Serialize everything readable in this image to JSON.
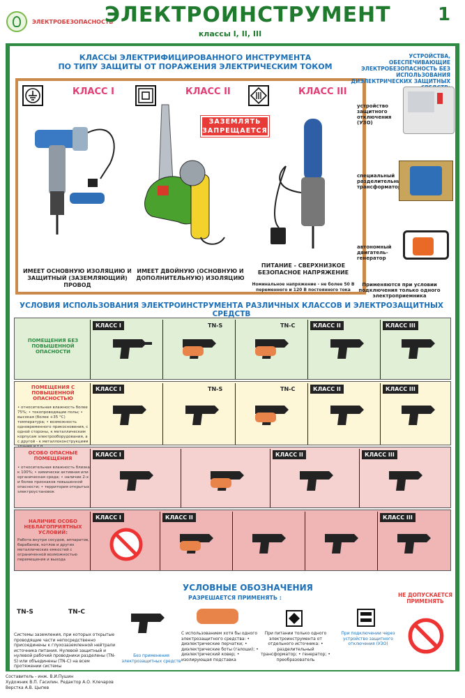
{
  "header": {
    "brand": "ЭЛЕКТРОБЕЗОПАСНОСТЬ",
    "title": "ЭЛЕКТРОИНСТРУМЕНТ",
    "subtitle": "классы I, II, III",
    "page_number": "1"
  },
  "section1": {
    "title_line1": "КЛАССЫ ЭЛЕКТРИФИЦИРОВАННОГО ИНСТРУМЕНТА",
    "title_line2": "ПО ТИПУ ЗАЩИТЫ ОТ ПОРАЖЕНИЯ ЭЛЕКТРИЧЕСКИМ ТОКОМ",
    "classes": [
      {
        "label": "КЛАСС I",
        "desc": "ИМЕЕТ ОСНОВНУЮ ИЗОЛЯЦИЮ И ЗАЩИТНЫЙ (ЗАЗЕМЛЯЮЩИЙ) ПРОВОД",
        "sub": ""
      },
      {
        "label": "КЛАСС II",
        "desc": "ИМЕЕТ ДВОЙНУЮ (ОСНОВНУЮ И ДОПОЛНИТЕЛЬНУЮ) ИЗОЛЯЦИЮ",
        "sub": ""
      },
      {
        "label": "КЛАСС III",
        "desc": "ПИТАНИЕ - СВЕРХНИЗКОЕ БЕЗОПАСНОЕ НАПРЯЖЕНИЕ",
        "sub": "Номинальное напряжение - не более 50 В переменного и 120 В постоянного тока"
      }
    ],
    "warning_line1": "ЗАЗЕМЛЯТЬ",
    "warning_line2": "ЗАПРЕЩАЕТСЯ"
  },
  "devices": {
    "title": "УСТРОЙСТВА, ОБЕСПЕЧИВАЮЩИЕ ЭЛЕКТРОБЕЗОПАСНОСТЬ БЕЗ ИСПОЛЬЗОВАНИЯ ДИЭЛЕКТРИЧЕСКИХ ЗАЩИТНЫХ СРЕДСТВ:",
    "items": [
      {
        "label": "устройство защитного отключения (УЗО)"
      },
      {
        "label": "специальный разделительный трансформатор"
      },
      {
        "label": "автономный двигатель-генератор"
      }
    ],
    "note": "Применяются при условии подключения только одного электроприемника"
  },
  "section2": {
    "title": "УСЛОВИЯ ИСПОЛЬЗОВАНИЯ ЭЛЕКТРОИНСТРУМЕНТА РАЗЛИЧНЫХ КЛАССОВ И ЭЛЕКТРОЗАЩИТНЫХ СРЕДСТВ",
    "rows": [
      {
        "name": "ПОМЕЩЕНИЯ БЕЗ ПОВЫШЕННОЙ ОПАСНОСТИ",
        "desc": ""
      },
      {
        "name": "ПОМЕЩЕНИЯ С ПОВЫШЕННОЙ ОПАСНОСТЬЮ",
        "desc": "• относительная влажность более 75%; • токопроводящие полы; • высокая (более +35 °C) температура; • возможность одновременного прикосновения, с одной стороны, к металлическим корпусам электрооборудования, а с другой - к металлоконструкциям зданий и т.п."
      },
      {
        "name": "ОСОБО ОПАСНЫЕ ПОМЕЩЕНИЯ",
        "desc": "• относительная влажность близка к 100%; • химически активная или органическая среда; • наличие 2-х и более признаков повышенной опасности; • территория открытых электроустановок"
      },
      {
        "name": "НАЛИЧИЕ ОСОБО НЕБЛАГОПРИЯТНЫХ УСЛОВИЙ:",
        "desc": "Работа внутри сосудов, аппаратов, барабанов, котлов и других металлических емкостей с ограниченной возможностью перемещения и выхода"
      }
    ],
    "tag_class1": "КЛАСС I",
    "tag_class2": "КЛАСС II",
    "tag_class3": "КЛАСС III",
    "tns": "TN-S",
    "tnc": "TN-C"
  },
  "legend": {
    "title": "УСЛОВНЫЕ ОБОЗНАЧЕНИЯ",
    "allowed": "РАЗРЕШАЕТСЯ ПРИМЕНЯТЬ :",
    "forbidden": "НЕ ДОПУСКАЕТСЯ ПРИМЕНЯТЬ",
    "grounding": "Системы заземления, при которых открытые проводящие части непосредственно присоединены к глухозаземленной нейтрали источника питания. Нулевой защитный и нулевой рабочий проводники разделены (TN-S) или объединены (TN-C) на всем протяжении системы",
    "no_protection": "Без применения электрозащитных средств",
    "with_protection": "С использованием хотя бы одного электрозащитного средства: • диэлектрические перчатки; • диэлектрические боты (галоши); • диэлектрический ковер; • изолирующая подставка",
    "one_source": "При питании только одного электроинструмента от отдельного источника: • разделительный трансформатор; • генератор; • преобразователь",
    "uzo": "При подключении через устройство защитного отключения (УЗО)"
  },
  "credits": {
    "line1": "Составитель - инж. В.И.Пушин",
    "line2": "Художник В.П. Гасилин. Редактор А.О. Клечаров",
    "line3": "Верстка А.В. Цыпев"
  },
  "colors": {
    "green": "#2f8a43",
    "blue": "#1a6fb8",
    "pink": "#e33b73",
    "red": "#e83b38",
    "row1": "#e1efd6",
    "row2": "#fdf6d7",
    "row3": "#f5d2d0",
    "row4": "#f0b6b5"
  }
}
